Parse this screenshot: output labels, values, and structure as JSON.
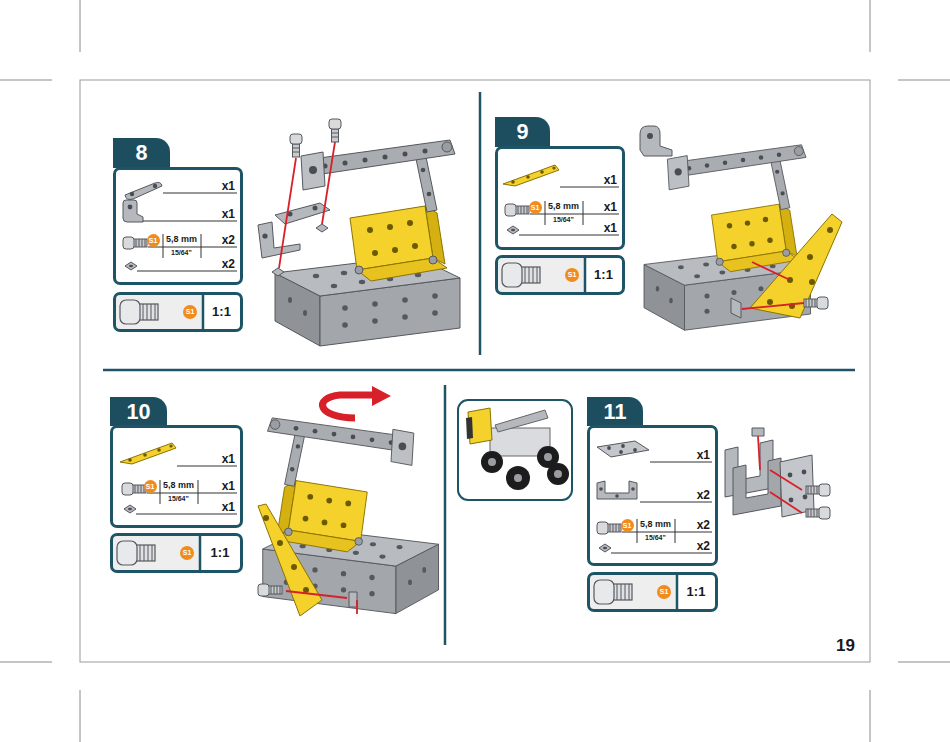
{
  "diagram": {
    "nodes": [
      {
        "text": [
          "8"
        ]
      },
      {
        "text": [
          "x1",
          "x1",
          "S1",
          "5,8 mm",
          "15/64\"",
          "x2",
          "x2"
        ]
      },
      {
        "text": [
          "S1",
          "1:1"
        ]
      },
      {
        "text": [
          "9"
        ]
      },
      {
        "text": [
          "x1",
          "S1",
          "5,8 mm",
          "15/64\"",
          "x1",
          "x1"
        ]
      },
      {
        "text": [
          "S1",
          "1:1"
        ]
      },
      {
        "text": [
          "10"
        ]
      },
      {
        "text": [
          "x1",
          "S1",
          "5,8 mm",
          "15/64\"",
          "x1",
          "x1"
        ]
      },
      {
        "text": [
          "S1",
          "1:1"
        ]
      },
      {
        "text": [
          "11"
        ]
      },
      {
        "text": [
          "x1",
          "x2",
          "S1",
          "5,8 mm",
          "15/64\"",
          "x2",
          "x2"
        ]
      },
      {
        "text": [
          "S1",
          "1:1"
        ]
      }
    ],
    "labels": [
      "19"
    ]
  }
}
